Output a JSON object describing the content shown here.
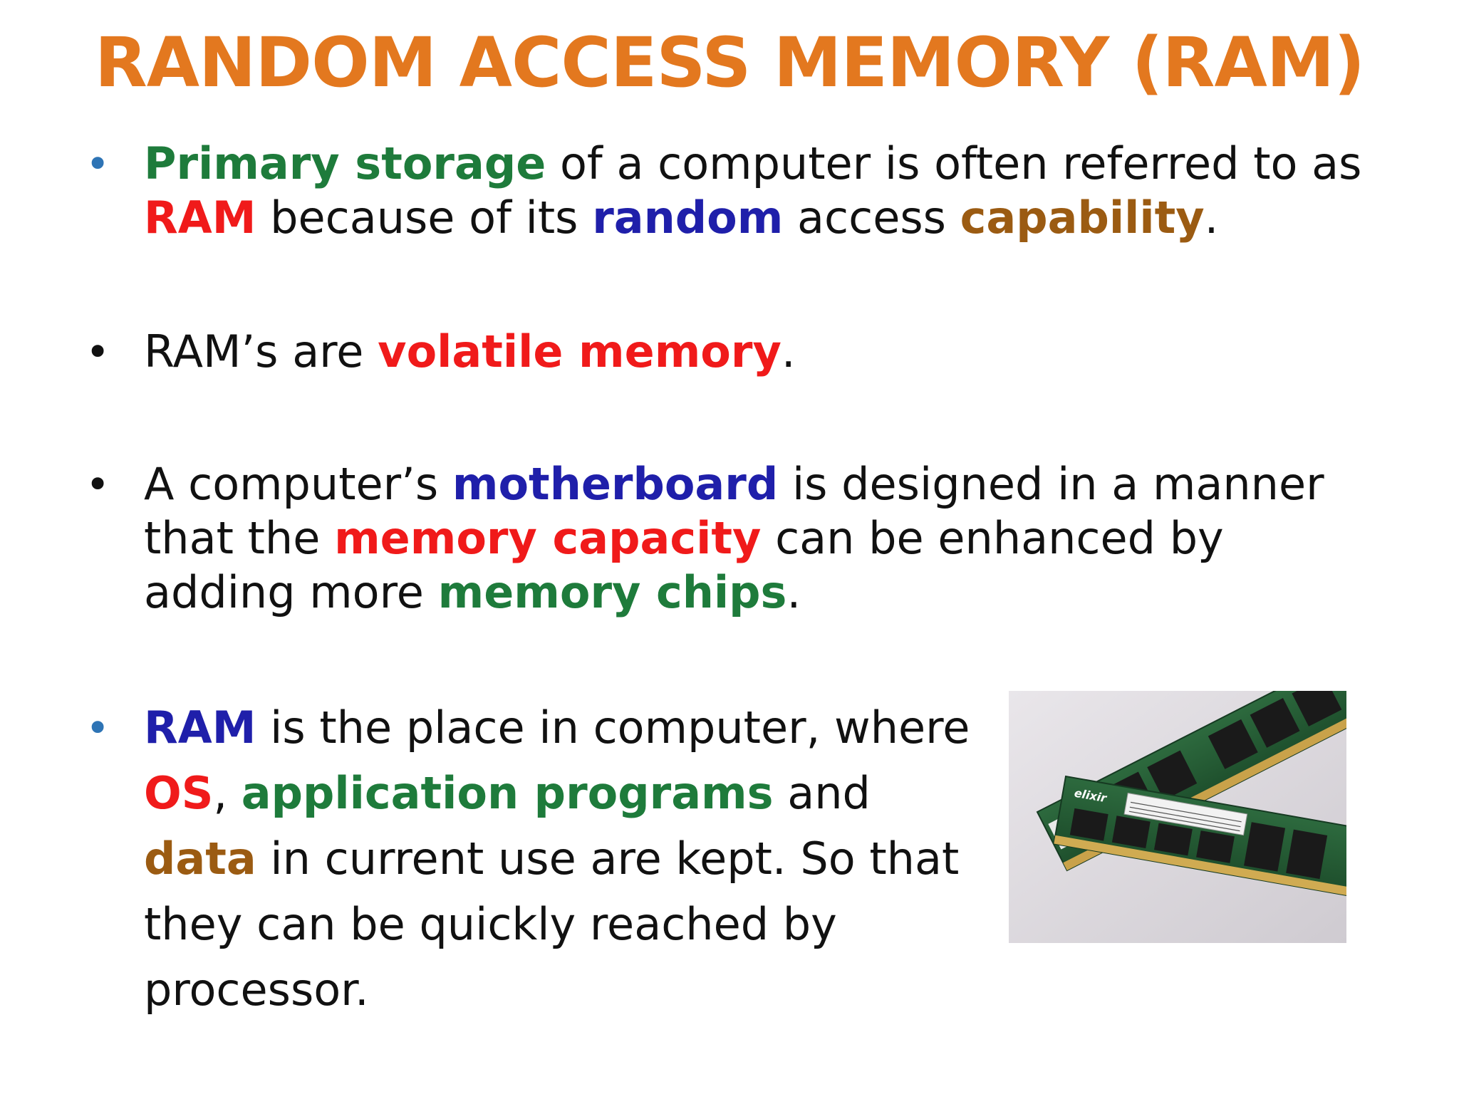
{
  "title": "RANDOM ACCESS MEMORY (RAM)",
  "colors": {
    "title": "#E3781F",
    "green": "#1E7B3B",
    "red": "#F01A1A",
    "blue": "#1F1FAA",
    "brown": "#9B5B12",
    "bullet_accent": "#2E74B5"
  },
  "bullet_glyph": "•",
  "bullets": [
    {
      "segments": [
        {
          "text": "Primary storage",
          "style": "green"
        },
        {
          "text": " of a computer is often referred to as "
        },
        {
          "text": "RAM",
          "style": "red"
        },
        {
          "text": " because of its "
        },
        {
          "text": "random",
          "style": "blue"
        },
        {
          "text": " access "
        },
        {
          "text": "capability",
          "style": "brown"
        },
        {
          "text": "."
        }
      ]
    },
    {
      "segments": [
        {
          "text": "RAM’s are "
        },
        {
          "text": "volatile memory",
          "style": "red"
        },
        {
          "text": "."
        }
      ]
    },
    {
      "segments": [
        {
          "text": "A computer’s "
        },
        {
          "text": "motherboard",
          "style": "blue"
        },
        {
          "text": " is designed in a manner that the "
        },
        {
          "text": "memory capacity",
          "style": "red"
        },
        {
          "text": " can be enhanced by adding more "
        },
        {
          "text": "memory chips",
          "style": "green"
        },
        {
          "text": "."
        }
      ]
    },
    {
      "segments": [
        {
          "text": "RAM",
          "style": "blue"
        },
        {
          "text": " is the place in computer, where "
        },
        {
          "text": "OS",
          "style": "red"
        },
        {
          "text": ", "
        },
        {
          "text": "application programs",
          "style": "green"
        },
        {
          "text": " and "
        },
        {
          "text": "data",
          "style": "brown"
        },
        {
          "text": " in current use are kept. So that they can be quickly reached by processor."
        }
      ]
    }
  ],
  "image": {
    "icon": "ram-modules-photo",
    "module_label": "elixir"
  }
}
